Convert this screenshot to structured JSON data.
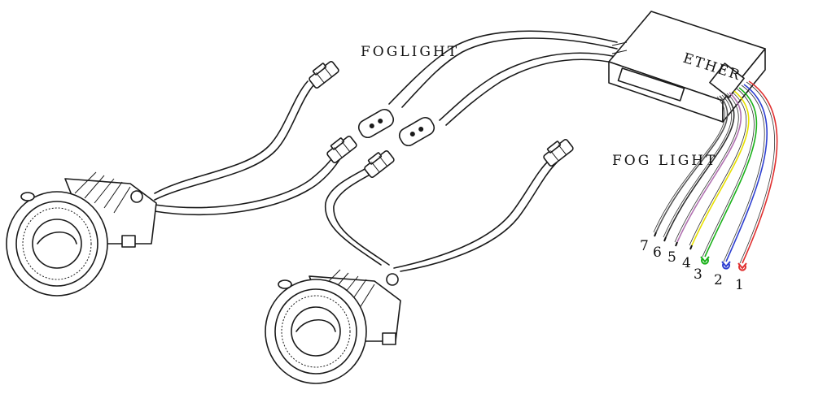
{
  "labels": {
    "foglight_top": "FOGLIGHT",
    "foglight_right": "FOG LIGHT",
    "module": "ETHER"
  },
  "wires": [
    {
      "number": "1",
      "color": "#e03030"
    },
    {
      "number": "2",
      "color": "#2e3fd0"
    },
    {
      "number": "3",
      "color": "#18b018"
    },
    {
      "number": "4",
      "color": "#e8e000"
    },
    {
      "number": "5",
      "color": "#b070b0"
    },
    {
      "number": "6",
      "color": "#303030"
    },
    {
      "number": "7",
      "color": "#555555"
    }
  ]
}
